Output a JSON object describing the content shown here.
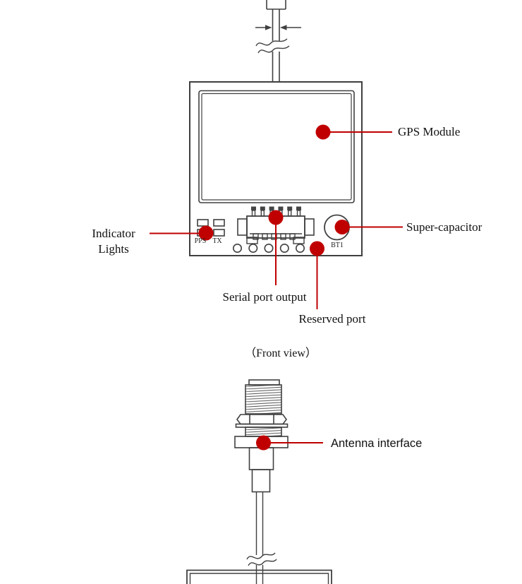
{
  "colors": {
    "accent_red": "#c00000",
    "line": "#404040",
    "background": "#ffffff",
    "text": "#111111"
  },
  "callouts": {
    "gps_module": {
      "label": "GPS Module"
    },
    "super_capacitor": {
      "label": "Super-capacitor"
    },
    "indicator_lights": {
      "line1": "Indicator",
      "line2": "Lights"
    },
    "serial_port": {
      "label": "Serial port output"
    },
    "reserved_port": {
      "label": "Reserved port"
    },
    "antenna_interface": {
      "label": "Antenna interface"
    }
  },
  "captions": {
    "front_view": "（Front view）"
  },
  "silkscreen": {
    "pps": "PPS",
    "tx": "TX",
    "bt1": "BT1"
  }
}
